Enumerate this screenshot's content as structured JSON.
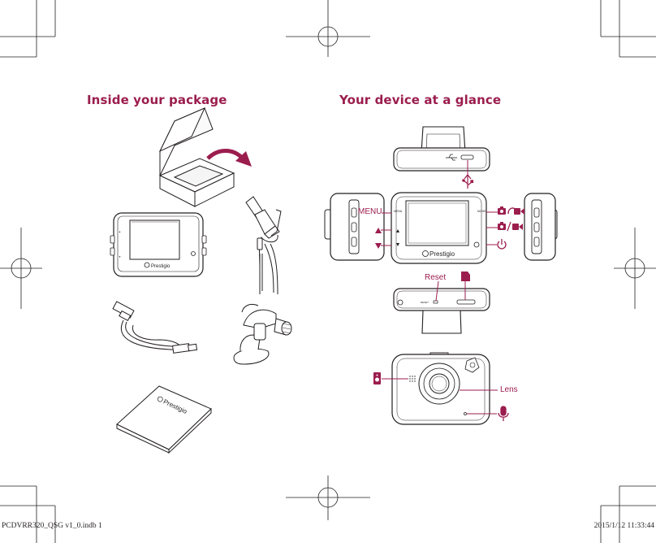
{
  "headings": {
    "package": "Inside your package",
    "device": "Your device at a glance"
  },
  "labels": {
    "menu": "MENU",
    "reset": "Reset",
    "lens": "Lens"
  },
  "device_printing": {
    "brand": "Prestigio",
    "menu_small": "MENU",
    "mode_small": "MODE",
    "reset_small": "RESET"
  },
  "booklet_brand": "Prestigio",
  "footer": {
    "left": "PCDVRR320_QSG v1_0.indb   1",
    "right": "2015/1/12   11:33:44"
  },
  "colors": {
    "accent": "#9b1d4e",
    "line": "#231f20"
  },
  "icons": [
    "usb-icon",
    "camera-mode-icon",
    "video-mode-icon",
    "power-icon",
    "microsd-card-icon",
    "speaker-icon",
    "microphone-icon",
    "arrow-up-icon",
    "arrow-down-icon"
  ]
}
